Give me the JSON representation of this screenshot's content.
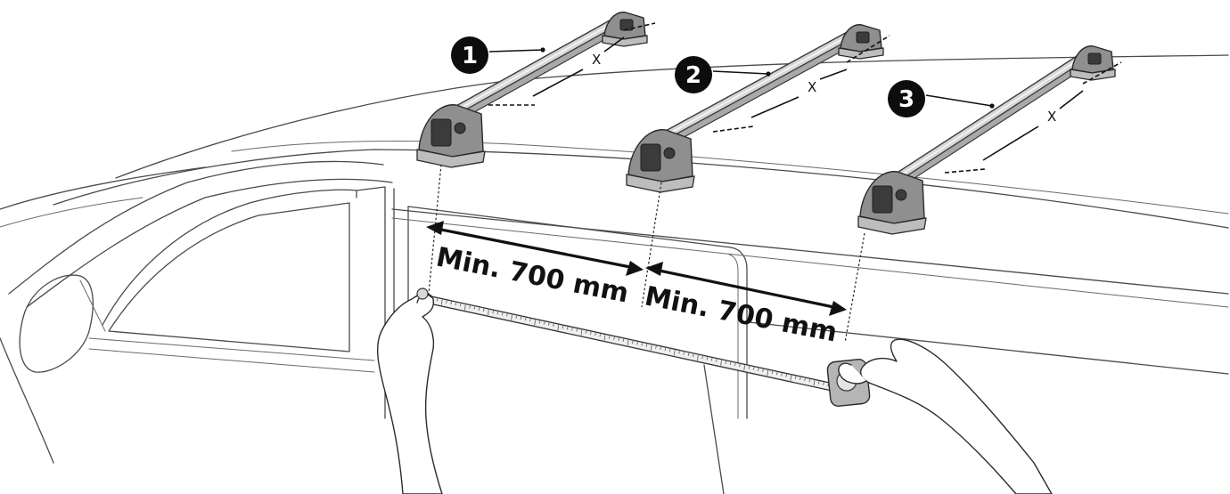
{
  "callouts": [
    {
      "number": "1"
    },
    {
      "number": "2"
    },
    {
      "number": "3"
    }
  ],
  "crossbar_spacing_labels": [
    "X",
    "X",
    "X"
  ],
  "measurements": [
    {
      "text": "Min. 700 mm"
    },
    {
      "text": "Min. 700 mm"
    }
  ],
  "colors": {
    "line": "#3a3a3a",
    "bar": "#d6d6d6",
    "ink": "#111111",
    "background": "#ffffff"
  }
}
